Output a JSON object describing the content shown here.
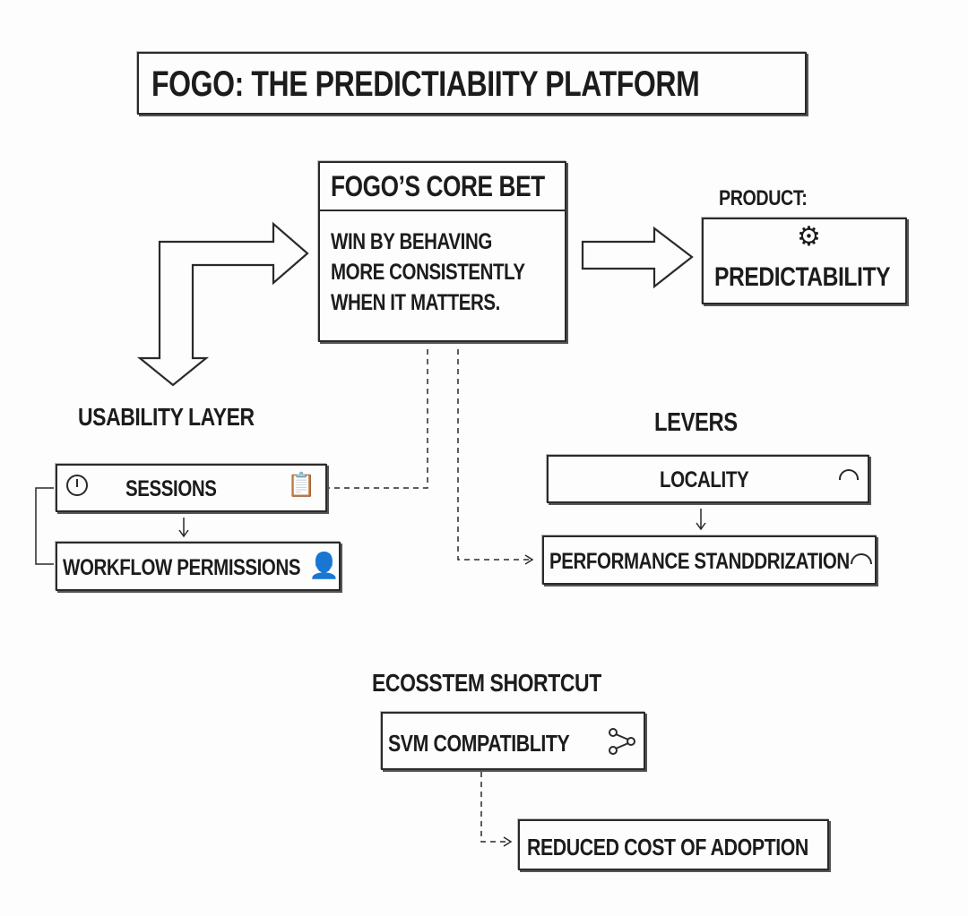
{
  "title": "FOGO: THE PREDICTIABIITY PLATFORM",
  "core_bet": {
    "heading": "FOGO’S CORE BET",
    "lines": [
      "WIN BY BEHAVING",
      "MORE CONSISTENTLY",
      "WHEN IT MATTERS."
    ]
  },
  "product": {
    "label": "PRODUCT:",
    "value": "PREDICTABILITY",
    "icon": "gear-icon"
  },
  "usability_layer": {
    "heading": "USABILITY LAYER",
    "items": [
      {
        "label": "SESSIONS",
        "icons": [
          "clock-icon",
          "checklist-icon"
        ]
      },
      {
        "label": "WORKFLOW PERMISSIONS",
        "icons": [
          "user-icon"
        ]
      }
    ]
  },
  "levers": {
    "heading": "LEVERS",
    "items": [
      {
        "label": "LOCALITY",
        "icon": "gauge-icon"
      },
      {
        "label": "PERFORMANCE STANDDRIZATION",
        "icon": "gauge-icon"
      }
    ]
  },
  "ecosystem": {
    "heading": "ECOSSTEM SHORTCUT",
    "items": [
      {
        "label": "SVM COMPATIBLITY",
        "icon": "network-icon"
      },
      {
        "label": "REDUCED COST OF ADOPTION"
      }
    ]
  }
}
